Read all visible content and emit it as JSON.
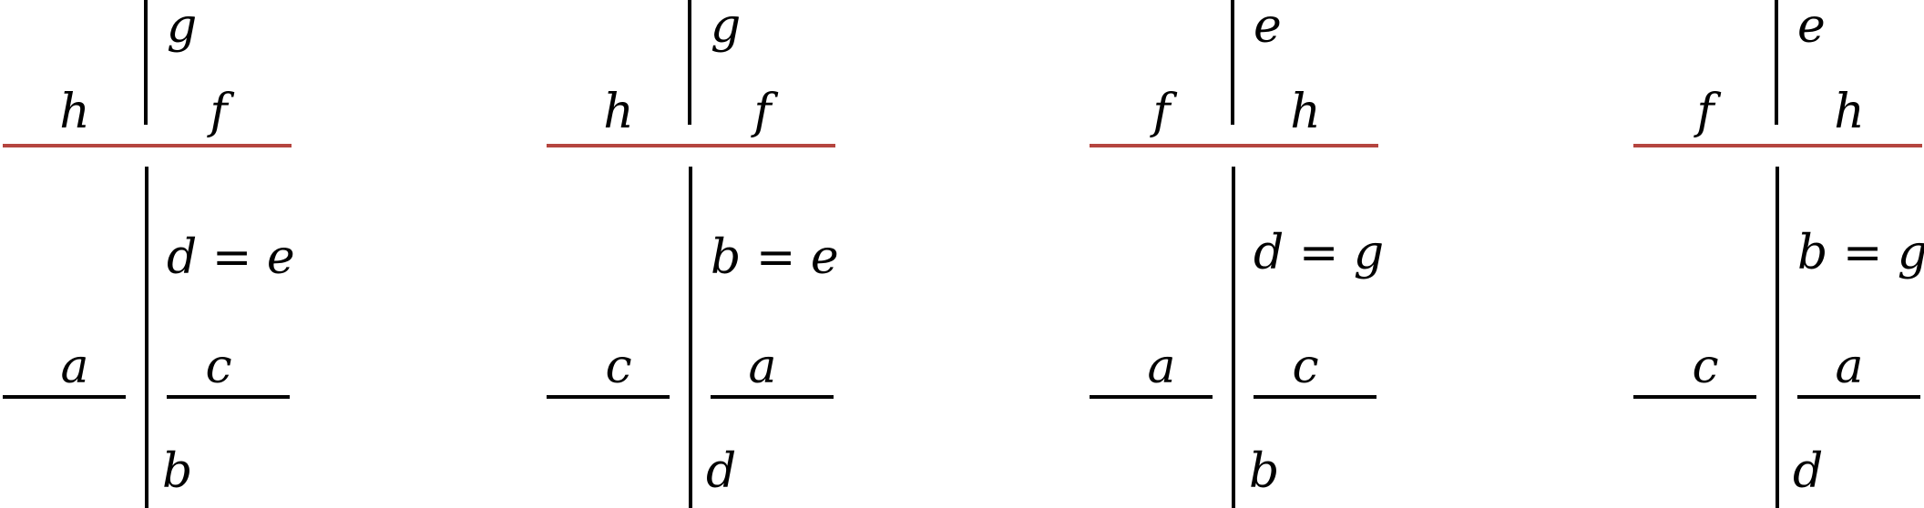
{
  "colors": {
    "ink": "#000000",
    "accent": "#b5453f",
    "background": "#ffffff"
  },
  "panels": [
    {
      "top_left": "h",
      "top_up": "g",
      "top_right": "f",
      "relation": "d = e",
      "bottom_left": "a",
      "bottom_right": "c",
      "bottom_down": "b"
    },
    {
      "top_left": "h",
      "top_up": "g",
      "top_right": "f",
      "relation": "b = e",
      "bottom_left": "c",
      "bottom_right": "a",
      "bottom_down": "d"
    },
    {
      "top_left": "f",
      "top_up": "e",
      "top_right": "h",
      "relation": "d = g",
      "bottom_left": "a",
      "bottom_right": "c",
      "bottom_down": "b"
    },
    {
      "top_left": "f",
      "top_up": "e",
      "top_right": "h",
      "relation": "b = g",
      "bottom_left": "c",
      "bottom_right": "a",
      "bottom_down": "d"
    }
  ]
}
